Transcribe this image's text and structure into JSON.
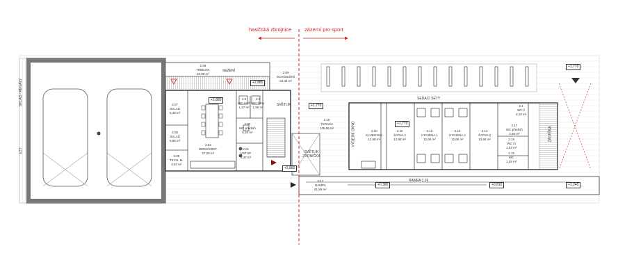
{
  "zone_divider": {
    "left_label": "hasičská zbrojnice",
    "right_label": "zázemí pro sport",
    "color": "#d42020"
  },
  "rooms": [
    {
      "id": "tribuna",
      "num": "2.08",
      "name": "TRIBUNA",
      "area": "20,95 m²"
    },
    {
      "id": "schodiste",
      "num": "2.09",
      "name": "SCHODIŠTĚ",
      "area": "23,34 m²"
    },
    {
      "id": "sklad1",
      "num": "2.07",
      "name": "SKLAD",
      "area": "5,48 m²"
    },
    {
      "id": "wc-muzi",
      "num": "2.0",
      "name": "WC muži",
      "area": "1,37 m²"
    },
    {
      "id": "wc-zeny",
      "num": "2.0",
      "name": "WC ženy",
      "area": "1,95 m²"
    },
    {
      "id": "wc-predsin",
      "num": "2.02",
      "name": "WC předsíň",
      "area": "5,28 m²"
    },
    {
      "id": "sklad2",
      "num": "2.06",
      "name": "SKLAD",
      "area": "5,88 m²"
    },
    {
      "id": "dennimist",
      "num": "2.04",
      "name": "DENNÍ MÍST.",
      "area": "27,09 m²"
    },
    {
      "id": "vstup",
      "num": "2.01",
      "name": "VSTUP",
      "area": "5,37 m²"
    },
    {
      "id": "tech",
      "num": "2.05",
      "name": "TECH. M.",
      "area": "3,63 m²"
    },
    {
      "id": "terasa",
      "num": "2.16",
      "name": "TERASA",
      "area": "136,56 m²"
    },
    {
      "id": "klubovna",
      "num": "2.10",
      "name": "KLUBOVNA",
      "area": "12,68 m²"
    },
    {
      "id": "satna1",
      "num": "2.11",
      "name": "ŠATNA 1",
      "area": "12,68 m²"
    },
    {
      "id": "hygiena1",
      "num": "2.12",
      "name": "HYGIENA 1",
      "area": "12,68 m²"
    },
    {
      "id": "hygiena2",
      "num": "2.13",
      "name": "HYGIENA 2",
      "area": "12,68 m²"
    },
    {
      "id": "satna2",
      "num": "2.14",
      "name": "ŠATNA 2",
      "area": "12,68 m²"
    },
    {
      "id": "wc-predsin2",
      "num": "2.17",
      "name": "WC předsíň",
      "area": "2,58 m²"
    },
    {
      "id": "wc-b",
      "num": "2.1",
      "name": "WC ž",
      "area": "3,19 m²"
    },
    {
      "id": "wc-c",
      "num": "2.18",
      "name": "WC m",
      "area": "1,04 m²"
    },
    {
      "id": "wc-d",
      "num": "2.15",
      "name": "WC",
      "area": "1,29 m²"
    },
    {
      "id": "rampa",
      "num": "2.17",
      "name": "RAMPA",
      "area": "51,59 m²"
    }
  ],
  "texts": {
    "sezeni": "SEZENÍ",
    "svetlik": "SVĚTLÍK",
    "svetlik_zvonicka": "SVĚTLÍK ZVONIČKA",
    "sedaci_sety": "SEDACÍ SETY",
    "vydejni_okno": "VÝDEJNÍ OKNO",
    "zastena": "ZÁSTĚNA",
    "rampa_slope": "RAMPA 1:16",
    "sklad_regaly": "SKLAD / REGÁLY",
    "vzt": "VZT"
  },
  "levels": {
    "tribuna": "+2,880",
    "dennimist": "+2,880",
    "vstup": "+2,860",
    "terasa": "+1,770",
    "satna": "+1,770",
    "corner": "+1,770",
    "rampa1": "+0,380",
    "rampa2": "+0,810",
    "rampa3": "+1,240"
  }
}
